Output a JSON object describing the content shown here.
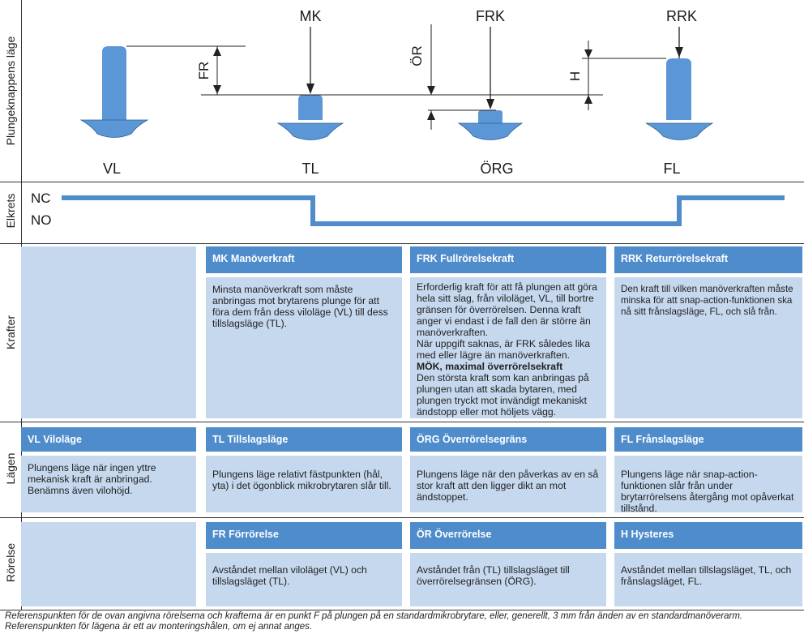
{
  "row_labels": {
    "position": "Plungeknappens läge",
    "circuit": "Elkrets",
    "forces": "Krafter",
    "positions": "Lägen",
    "travel": "Rörelse"
  },
  "positions_top": [
    "VL",
    "TL",
    "ÖRG",
    "FL"
  ],
  "force_labels": [
    "MK",
    "FRK",
    "RRK"
  ],
  "dim_labels": {
    "fr": "FR",
    "or": "ÖR",
    "h": "H"
  },
  "switch": {
    "nc": "NC",
    "no": "NO"
  },
  "colors": {
    "accent": "#4f8ccc",
    "light": "#c6d8ee",
    "plunger": "#5b97d6"
  },
  "forces": [
    {
      "title": "MK Manöverkraft",
      "body": "Minsta manöverkraft som måste anbringas mot brytarens plunge för att föra dem från dess viloläge (VL) till dess tillslagsläge (TL)."
    },
    {
      "title": "FRK Fullrörelsekraft",
      "body1": "Erforderlig kraft för att få plungen att göra hela sitt slag, från viloläget, VL, till bortre gränsen för överrörelsen. Denna kraft anger vi endast i de fall den är större än manöverkraften.",
      "body2": "När uppgift saknas, är FRK således lika med eller lägre än manöverkraften.",
      "subtitle": "MÖK, maximal överrörelsekraft",
      "body3": "Den största kraft som kan anbringas på plungen utan att skada bytaren, med plungen tryckt mot invändigt mekaniskt ändstopp eller mot höljets vägg."
    },
    {
      "title": "RRK Returrörelsekraft",
      "body": "Den kraft till vilken manöverkraften måste minska för att snap-action-funktionen ska nå sitt frånslagsläge, FL, och slå från."
    }
  ],
  "positions": [
    {
      "title": "VL Viloläge",
      "body1": "Plungens läge när ingen yttre mekanisk kraft är anbringad.",
      "body2": "Benämns även vilohöjd."
    },
    {
      "title": "TL Tillslagsläge",
      "body": "Plungens läge relativt fästpunkten (hål, yta) i det ögonblick mikrobrytaren slår till."
    },
    {
      "title": "ÖRG Överrörelsegräns",
      "body": "Plungens läge när den påverkas av en så stor kraft att den ligger dikt an mot ändstoppet."
    },
    {
      "title": "FL Frånslagsläge",
      "body": "Plungens läge när snap-action-funktionen slår från under brytarrörelsens återgång mot opåverkat tillstånd."
    }
  ],
  "travel": [
    {
      "title": "FR Förrörelse",
      "body": "Avståndet mellan viloläget (VL) och tillslagsläget (TL)."
    },
    {
      "title": "ÖR Överrörelse",
      "body": "Avståndet från (TL) tillslagsläget till överrörelsegränsen (ÖRG)."
    },
    {
      "title": "H Hysteres",
      "body": "Avståndet mellan tillslagsläget, TL, och frånslagsläget, FL."
    }
  ],
  "footnotes": [
    "Referenspunkten för de ovan angivna rörelserna och krafterna är en punkt F på plungen på en standardmikrobrytare, eller, generellt, 3 mm från änden av en standardmanöverarm.",
    "Referenspunkten för lägena är ett av monteringshålen, om ej annat anges."
  ]
}
